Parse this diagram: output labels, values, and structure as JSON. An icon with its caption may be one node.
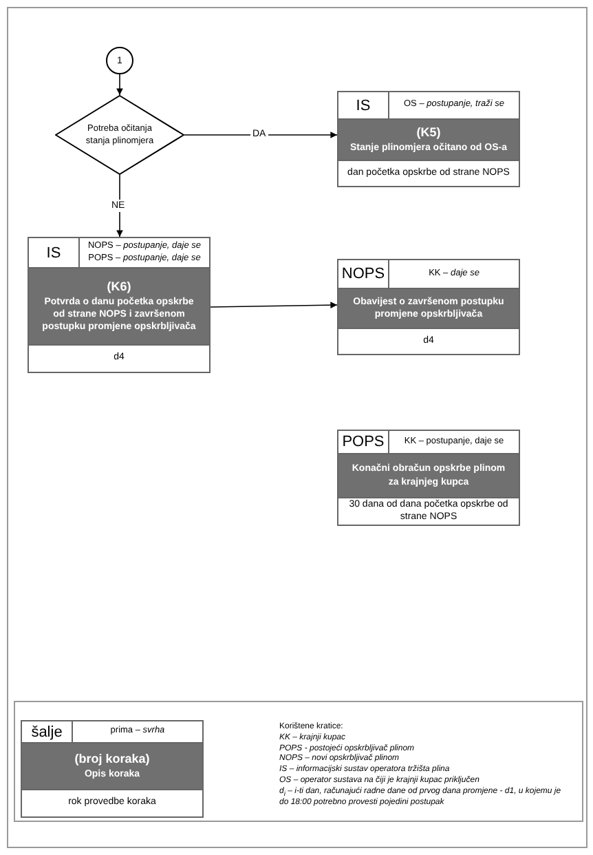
{
  "diagram": {
    "nodes": [
      {
        "text": [
          "1"
        ]
      },
      {
        "text": [
          "Potreba očitanja stanja plinomjera"
        ]
      },
      {
        "text": [
          "IS",
          "OS – *postupanje, traži se*",
          "(K5)",
          "Stanje plinomjera očitano od OS-a",
          "dan početka opskrbe od strane NOPS"
        ]
      },
      {
        "text": [
          "IS",
          "NOPS – *postupanje, daje se*",
          "POPS – *postupanje, daje se*",
          "(K6)",
          "Potvrda o danu početka opskrbe od strane NOPS i završenom postupku promjene opskrbljivača",
          "d4"
        ]
      },
      {
        "text": [
          "NOPS",
          "KK – *daje se*",
          "Obavijest o završenom postupku promjene opskrbljivača",
          "d4"
        ]
      },
      {
        "text": [
          "POPS",
          "KK – postupanje, daje se",
          "Konačni obračun opskrbe plinom za krajnjeg kupca",
          "30 dana od dana početka opskrbe od strane NOPS"
        ]
      },
      {
        "text": [
          "šalje",
          "prima – *svrha*",
          "(broj koraka)",
          "Opis koraka",
          "rok provedbe koraka"
        ]
      }
    ],
    "edges": [
      {
        "from": 0,
        "to": 1,
        "arrow": "to"
      },
      {
        "from": 1,
        "to": 2,
        "arrow": "to",
        "label": "DA"
      },
      {
        "from": 1,
        "to": 3,
        "arrow": "to",
        "label": "NE"
      },
      {
        "from": 3,
        "to": 4,
        "arrow": "to"
      }
    ],
    "labels": [
      "Korištene kratice:",
      "*KK – krajnji kupac*",
      "*POPS - postojeći opskrbljivač plinom*",
      "*NOPS – novi opskrbljivač plinom*",
      "*IS – informacijski sustav operatora tržišta plina*",
      "*OS – operator sustava na čiji je krajnji kupac priključen*",
      "*d$_{i}$ – i-ti dan, računajući radne dane od prvog dana promjene - d1, u kojemu je do 18:00 potrebno provesti pojedini postupak*"
    ]
  }
}
